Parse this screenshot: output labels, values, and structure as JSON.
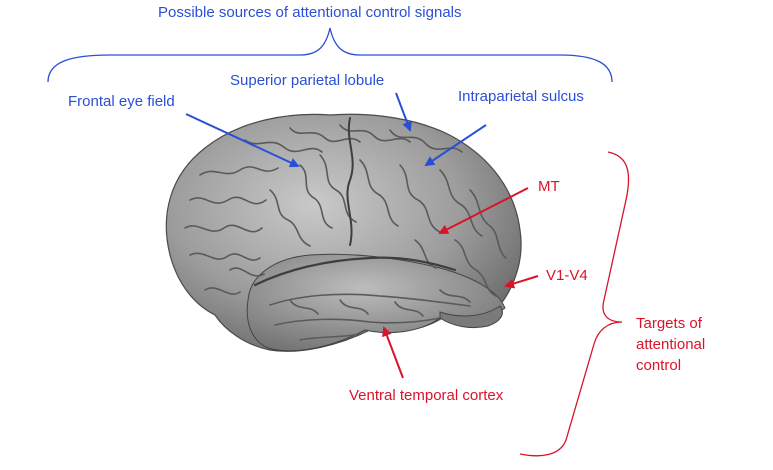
{
  "title": "Possible sources of attentional control signals",
  "sources": {
    "frontal_eye_field": "Frontal eye field",
    "superior_parietal_lobule": "Superior parietal lobule",
    "intraparietal_sulcus": "Intraparietal sulcus"
  },
  "targets": {
    "mt": "MT",
    "v1_v4": "V1-V4",
    "ventral_temporal_cortex": "Ventral temporal cortex",
    "group_label_line1": "Targets of",
    "group_label_line2": "attentional",
    "group_label_line3": "control"
  },
  "colors": {
    "sources": "#2a4fd6",
    "targets": "#d9142a",
    "brain_base": "#8d8d8d"
  },
  "icons": {
    "brain": "brain-illustration"
  }
}
